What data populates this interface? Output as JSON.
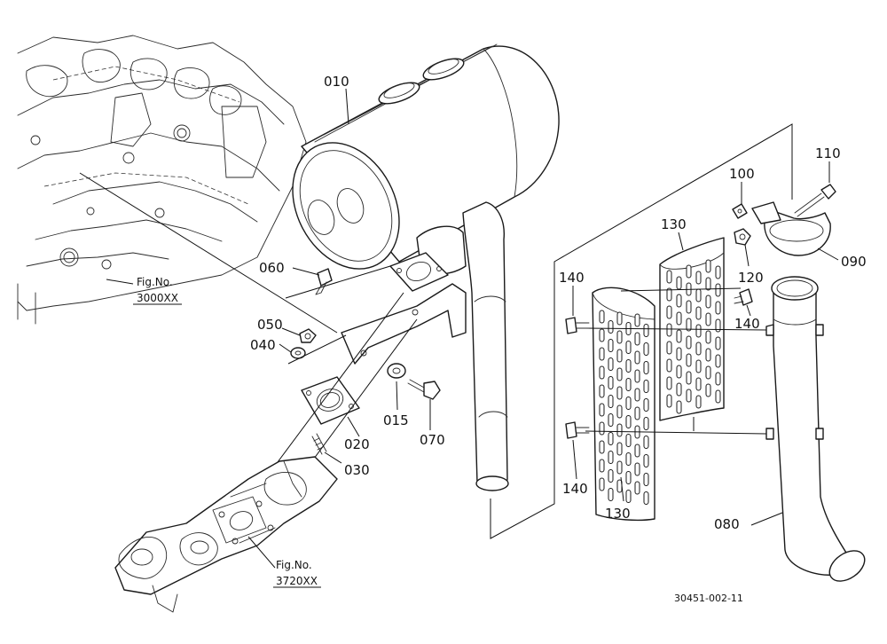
{
  "diagram": {
    "part_labels": {
      "p010": "010",
      "p015": "015",
      "p020": "020",
      "p030": "030",
      "p040": "040",
      "p050": "050",
      "p060": "060",
      "p070": "070",
      "p080": "080",
      "p090": "090",
      "p100": "100",
      "p110": "110",
      "p120": "120",
      "p130a": "130",
      "p130b": "130",
      "p140a": "140",
      "p140b": "140",
      "p140c": "140"
    },
    "fig_refs": {
      "engine_fig": "Fig.No.",
      "engine_code": "3000XX",
      "manifold_fig": "Fig.No.",
      "manifold_code": "3720XX"
    },
    "drawing_code": "30451-002-11"
  }
}
